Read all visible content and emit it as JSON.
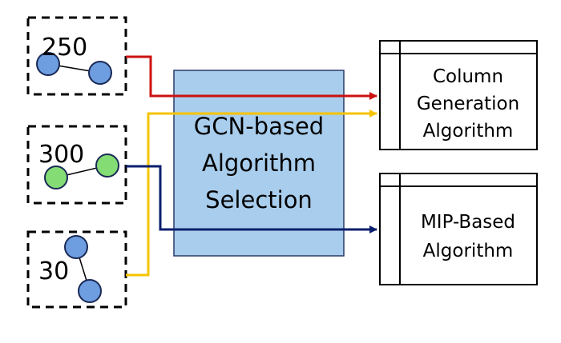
{
  "instances": [
    {
      "label": "250",
      "node_color": "#6e9de0",
      "route_color": "#cc1111"
    },
    {
      "label": "300",
      "node_color": "#84dc74",
      "route_color": "#0b1f6e"
    },
    {
      "label": "30",
      "node_color": "#6e9de0",
      "route_color": "#f5c400"
    }
  ],
  "selector": {
    "lines": [
      "GCN-based",
      "Algorithm",
      "Selection"
    ],
    "fill": "#a9cdec"
  },
  "algorithms": [
    {
      "lines": [
        "Column",
        "Generation",
        "Algorithm"
      ]
    },
    {
      "lines": [
        "MIP-Based",
        "Algorithm"
      ]
    }
  ]
}
